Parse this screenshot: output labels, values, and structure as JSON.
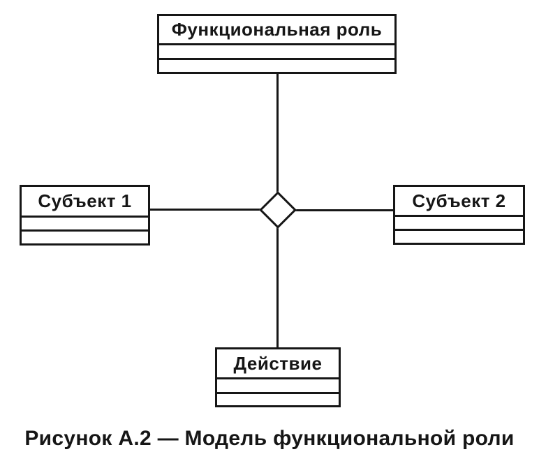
{
  "diagram": {
    "type": "uml-class-diagram",
    "nodes": {
      "functional_role": {
        "label": "Функциональная роль"
      },
      "subject1": {
        "label": "Субъект 1"
      },
      "subject2": {
        "label": "Субъект 2"
      },
      "action": {
        "label": "Действие"
      }
    },
    "connector": {
      "shape": "diamond",
      "meaning": "n-ary association"
    },
    "edges": [
      {
        "from": "functional_role",
        "to": "diamond"
      },
      {
        "from": "subject1",
        "to": "diamond"
      },
      {
        "from": "subject2",
        "to": "diamond"
      },
      {
        "from": "action",
        "to": "diamond"
      }
    ],
    "caption": "Рисунок А.2 — Модель функциональной роли",
    "colors": {
      "ink": "#161616",
      "paper": "#ffffff"
    }
  }
}
